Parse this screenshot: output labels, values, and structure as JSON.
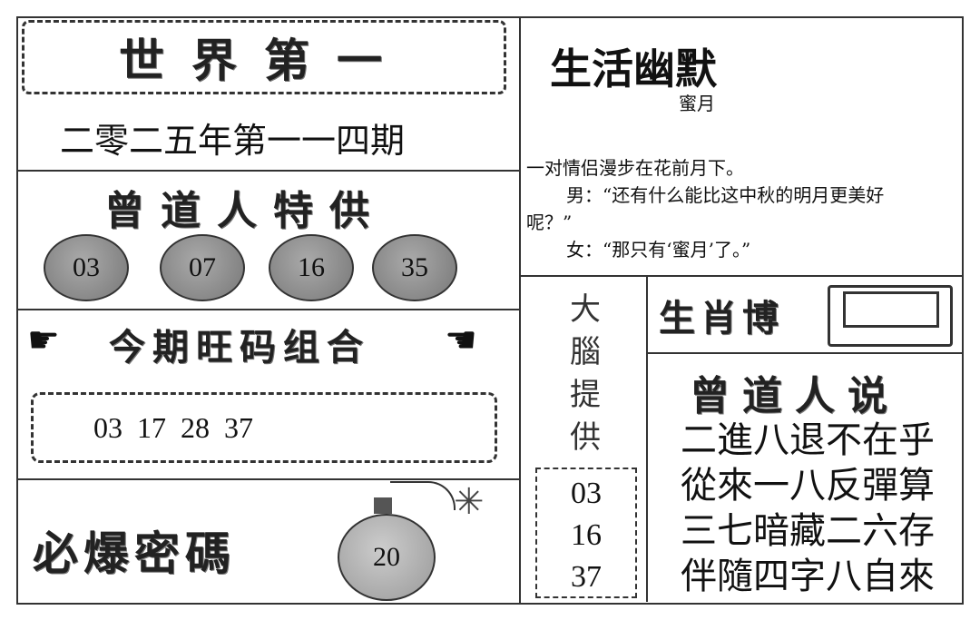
{
  "title": "世界第一",
  "issue": "二零二五年第一一四期",
  "special": {
    "heading": "曾道人特供",
    "balls": [
      "03",
      "07",
      "16",
      "35"
    ]
  },
  "combo": {
    "heading": "今期旺码组合",
    "numbers": "03  17  28  37"
  },
  "secret": {
    "heading": "必爆密碼",
    "number": "20"
  },
  "humor": {
    "heading": "生活幽默",
    "subtitle": "蜜月",
    "lines": [
      "一对情侣漫步在花前月下。",
      "男：“还有什么能比这中秋的明月更美好",
      "呢？”",
      "女：“那只有‘蜜月’了。”"
    ]
  },
  "master": {
    "heading": [
      "大",
      "腦",
      "提",
      "供"
    ],
    "numbers": [
      "03",
      "16",
      "37"
    ]
  },
  "zodiac": {
    "heading": "生肖博"
  },
  "poem": {
    "heading": "曾道人说",
    "lines": [
      "二進八退不在乎",
      "從來一八反彈算",
      "三七暗藏二六存",
      "伴隨四字八自來"
    ]
  }
}
